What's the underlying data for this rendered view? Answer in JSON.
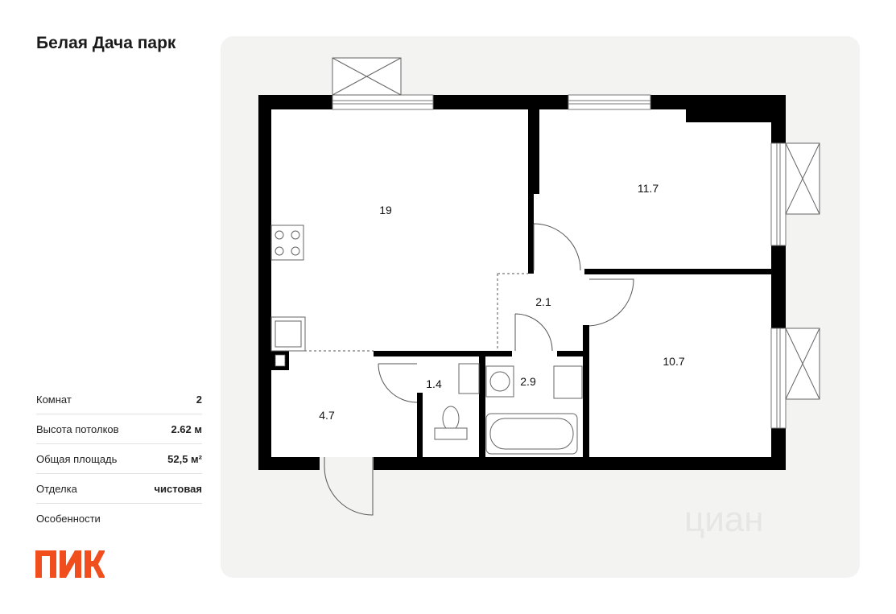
{
  "project_title": "Белая Дача парк",
  "specs": [
    {
      "label": "Комнат",
      "value": "2"
    },
    {
      "label": "Высота потолков",
      "value": "2.62 м"
    },
    {
      "label": "Общая площадь",
      "value": "52,5 м²"
    },
    {
      "label": "Отделка",
      "value": "чистовая"
    },
    {
      "label": "Особенности",
      "value": ""
    }
  ],
  "logo_text": "ПИК",
  "watermark_text": "циан",
  "rooms": {
    "kitchen_living": "19",
    "bedroom_1": "11.7",
    "bedroom_2": "10.7",
    "hall": "2.1",
    "entrance": "4.7",
    "toilet": "1.4",
    "bathroom": "2.9"
  },
  "colors": {
    "brand": "#f04e1c",
    "wall": "#000000",
    "panel": "#f3f3f1"
  }
}
